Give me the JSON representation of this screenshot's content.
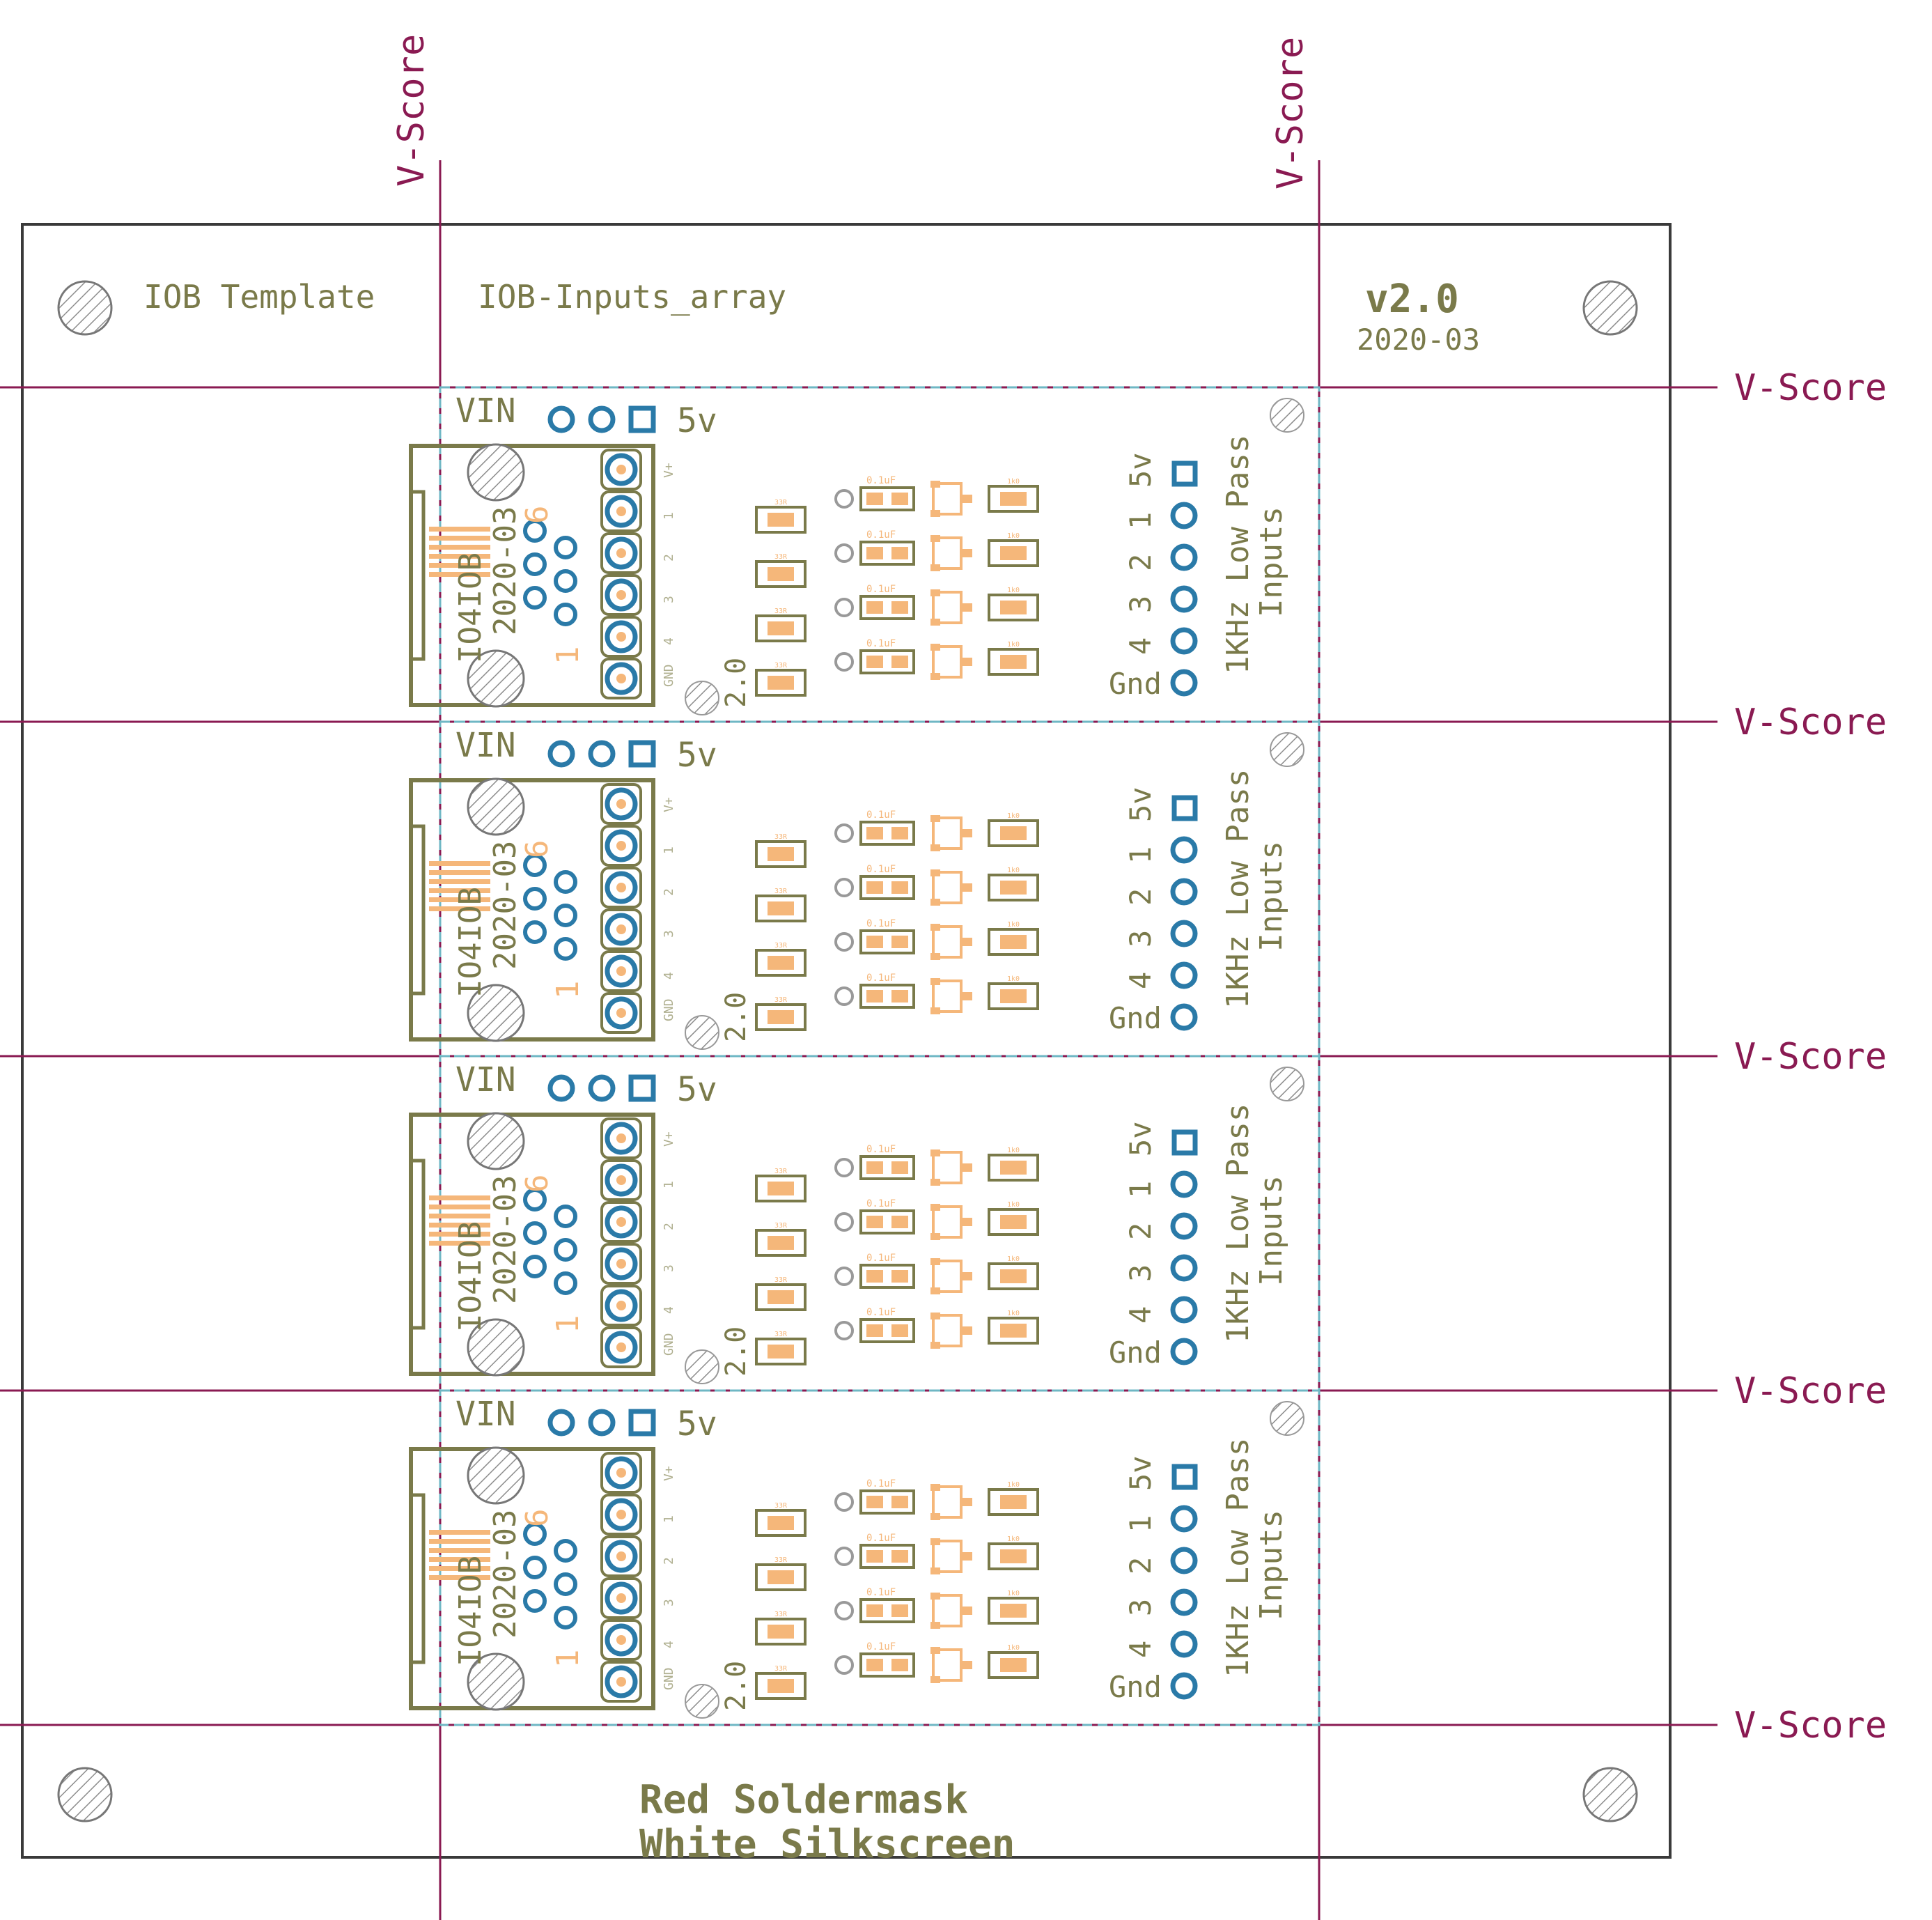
{
  "colors": {
    "background": "#ffffff",
    "outline": "#3a3a3a",
    "vscore": "#8a1a52",
    "silk": "#7a7a4a",
    "pad_orange": "#f5b77a",
    "via_blue": "#2a7aa8",
    "dash_cyan": "#6fb7c4",
    "hatch": "#888888"
  },
  "panel": {
    "title_left": "IOB Template",
    "title_mid": "IOB-Inputs_array",
    "version": "v2.0",
    "date": "2020-03",
    "footer_line1": "Red Soldermask",
    "footer_line2": "White Silkscreen"
  },
  "vscore_label": "V-Score",
  "module": {
    "vin": "VIN",
    "v5_top": "5v",
    "name": "IO4IOB",
    "date": "2020-03",
    "pin_high": "6",
    "pin_low": "1",
    "version": "2.0",
    "desc_line1": "1KHz Low Pass",
    "desc_line2": "Inputs",
    "connector_pins": [
      "V+",
      "1",
      "2",
      "3",
      "4",
      "GND"
    ],
    "output_labels": [
      "5v",
      "1",
      "2",
      "3",
      "4",
      "Gnd"
    ],
    "cap_label": "0.1uF",
    "r_label_left": "33R",
    "r_label_right": "1k0"
  },
  "modules_count": 4
}
